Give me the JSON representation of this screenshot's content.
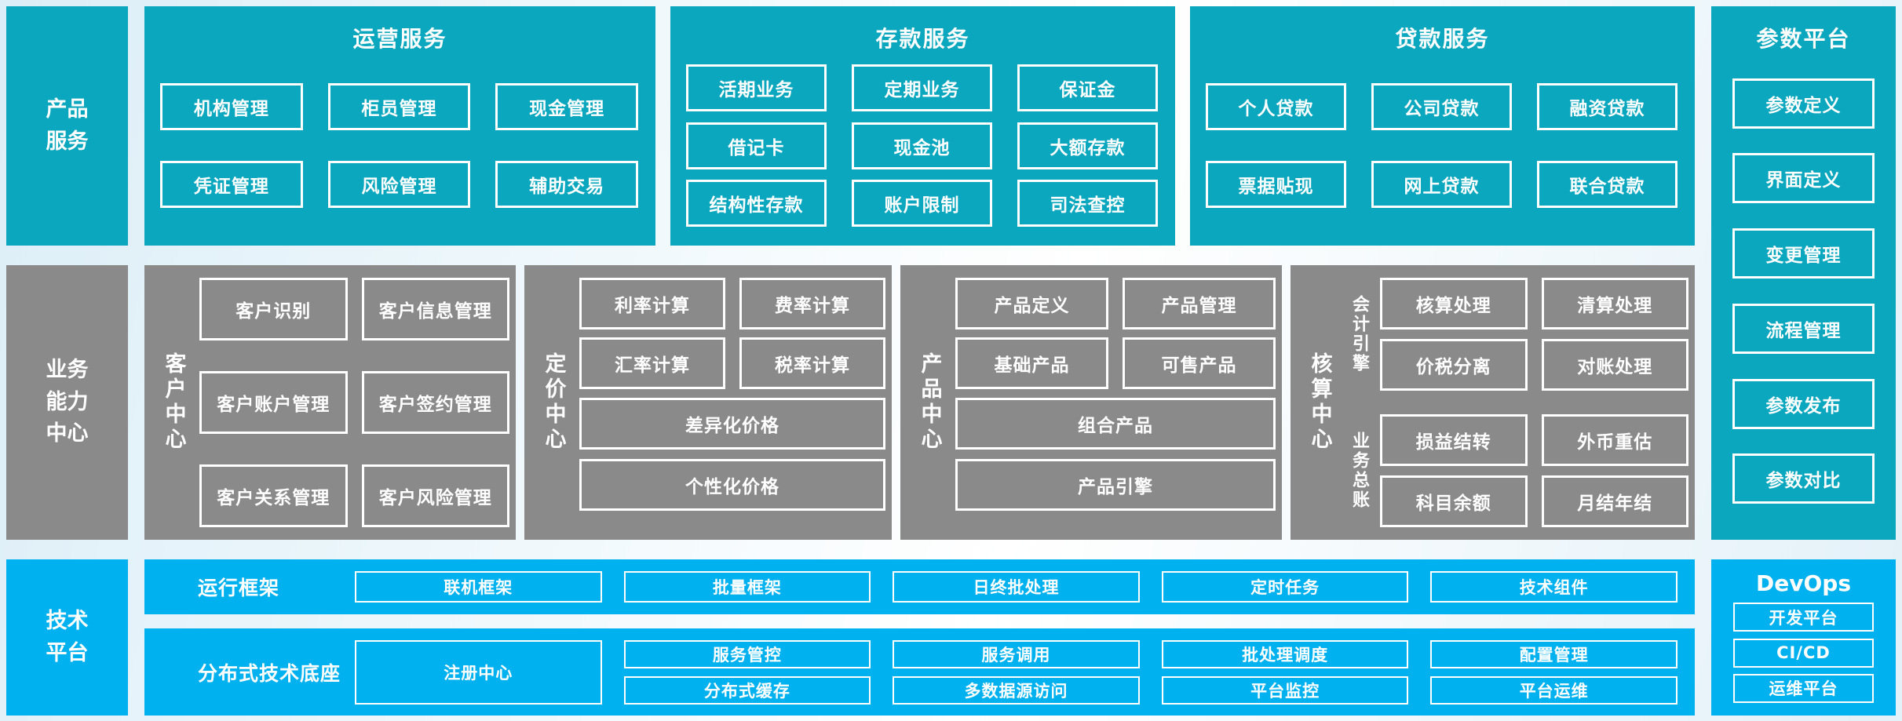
{
  "palette": {
    "teal": "#0aa7bf",
    "gray": "#8a8a8a",
    "light_blue": "#00b1f0",
    "box_border": "#ffffff",
    "text": "#ffffff",
    "background_tint": "#e3f1f8"
  },
  "product_band": {
    "sidebar": "产品服务",
    "panels": [
      {
        "title": "运营服务",
        "boxes": [
          "机构管理",
          "柜员管理",
          "现金管理",
          "凭证管理",
          "风险管理",
          "辅助交易"
        ]
      },
      {
        "title": "存款服务",
        "boxes": [
          "活期业务",
          "定期业务",
          "保证金",
          "借记卡",
          "现金池",
          "大额存款",
          "结构性存款",
          "账户限制",
          "司法查控"
        ]
      },
      {
        "title": "贷款服务",
        "boxes": [
          "个人贷款",
          "公司贷款",
          "融资贷款",
          "票据贴现",
          "网上贷款",
          "联合贷款"
        ]
      }
    ]
  },
  "param_platform": {
    "title": "参数平台",
    "boxes": [
      "参数定义",
      "界面定义",
      "变更管理",
      "流程管理",
      "参数发布",
      "参数对比"
    ]
  },
  "capability_band": {
    "sidebar": "业务能力中心",
    "customer_center": {
      "label": "客户中心",
      "boxes": [
        "客户识别",
        "客户信息管理",
        "客户账户管理",
        "客户签约管理",
        "客户关系管理",
        "客户风险管理"
      ]
    },
    "pricing_center": {
      "label": "定价中心",
      "boxes": [
        "利率计算",
        "费率计算",
        "汇率计算",
        "税率计算"
      ],
      "wide_boxes": [
        "差异化价格",
        "个性化价格"
      ]
    },
    "product_center": {
      "label": "产品中心",
      "boxes": [
        "产品定义",
        "产品管理",
        "基础产品",
        "可售产品"
      ],
      "wide_boxes": [
        "组合产品",
        "产品引擎"
      ]
    },
    "accounting_center": {
      "label": "核算中心",
      "groups": [
        {
          "label": "会计引擎",
          "boxes": [
            "核算处理",
            "清算处理",
            "价税分离",
            "对账处理"
          ]
        },
        {
          "label": "业务总账",
          "boxes": [
            "损益结转",
            "外币重估",
            "科目余额",
            "月结年结"
          ]
        }
      ]
    }
  },
  "tech_band": {
    "sidebar": "技术平台",
    "runtime": {
      "label": "运行框架",
      "boxes": [
        "联机框架",
        "批量框架",
        "日终批处理",
        "定时任务",
        "技术组件"
      ]
    },
    "distributed_base": {
      "label": "分布式技术底座",
      "registry": "注册中心",
      "boxes": [
        "服务管控",
        "服务调用",
        "批处理调度",
        "配置管理",
        "分布式缓存",
        "多数据源访问",
        "平台监控",
        "平台运维"
      ]
    },
    "devops": {
      "title": "DevOps",
      "boxes": [
        "开发平台",
        "CI/CD",
        "运维平台"
      ]
    }
  }
}
